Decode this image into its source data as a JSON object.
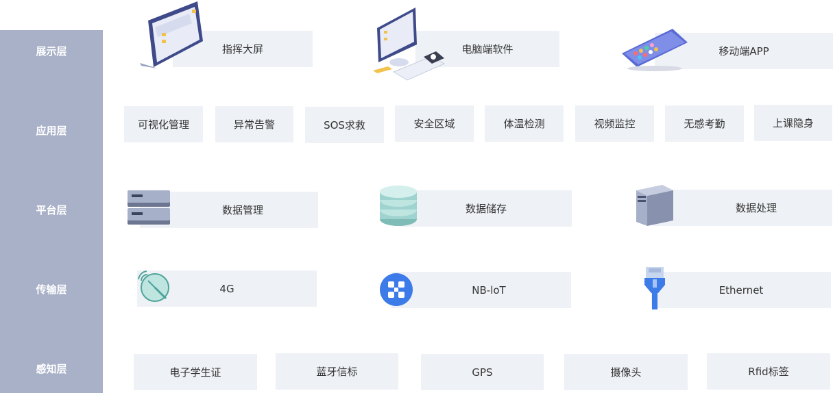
{
  "layers": [
    {
      "label": "展示层"
    },
    {
      "label": "应用层"
    },
    {
      "label": "平台层"
    },
    {
      "label": "传输层"
    },
    {
      "label": "感知层"
    }
  ],
  "display": {
    "items": [
      {
        "label": "指挥大屏",
        "icon": "laptop-icon"
      },
      {
        "label": "电脑端软件",
        "icon": "desktop-computer-icon"
      },
      {
        "label": "移动端APP",
        "icon": "smartphone-icon"
      }
    ]
  },
  "application": {
    "items": [
      "可视化管理",
      "异常告警",
      "SOS求救",
      "安全区域",
      "体温检测",
      "视频监控",
      "无感考勤",
      "上课隐身"
    ]
  },
  "platform": {
    "items": [
      {
        "label": "数据管理",
        "icon": "server-rack-icon"
      },
      {
        "label": "数据储存",
        "icon": "database-icon"
      },
      {
        "label": "数据处理",
        "icon": "server-tower-icon"
      }
    ]
  },
  "transport": {
    "items": [
      {
        "label": "4G",
        "icon": "satellite-dish-icon"
      },
      {
        "label": "NB-loT",
        "icon": "network-node-icon"
      },
      {
        "label": "Ethernet",
        "icon": "ethernet-plug-icon"
      }
    ]
  },
  "perception": {
    "items": [
      "电子学生证",
      "蓝牙信标",
      "GPS",
      "摄像头",
      "Rfid标签"
    ]
  },
  "colors": {
    "sidebar": "#a9b1c8",
    "box": "#eef1f5",
    "accent_blue": "#3d7be8",
    "teal": "#9fd3cf"
  }
}
